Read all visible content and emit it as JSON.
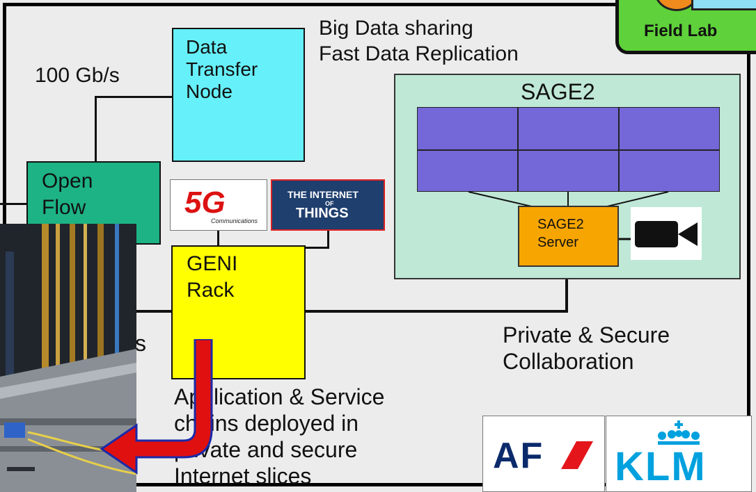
{
  "labels": {
    "speed": "100 Gb/s",
    "bigdata_line1": "Big Data sharing",
    "bigdata_line2": "Fast Data Replication",
    "field_lab": "Field Lab",
    "private_line1": "Private & Secure",
    "private_line2": "Collaboration",
    "app_line1": "Application & Service",
    "app_line2": "chains deployed in",
    "app_line3": "private and secure",
    "app_line4": "Internet slices",
    "partial_s": "s"
  },
  "nodes": {
    "dtn_line1": "Data",
    "dtn_line2": "Transfer",
    "dtn_line3": "Node",
    "openflow_line1": "Open",
    "openflow_line2": "Flow",
    "geni_line1": "GENI",
    "geni_line2": "Rack",
    "sage2_title": "SAGE2",
    "sage2_server_line1": "SAGE2",
    "sage2_server_line2": "Server"
  },
  "logos": {
    "fiveg_main": "5G",
    "fiveg_sub": "Communications",
    "iot_line1": "THE INTERNET",
    "iot_line2": "OF",
    "iot_line3": "THINGS",
    "af": "AF",
    "klm": "KLM"
  },
  "colors": {
    "dtn": "#66f0fa",
    "openflow": "#1db384",
    "geni": "#ffff00",
    "sage2_panel": "#bfe8d6",
    "display_tile": "#7468d8",
    "sage2_server": "#f7a500",
    "field_lab": "#5fd13a",
    "arrow": "#e01010"
  }
}
